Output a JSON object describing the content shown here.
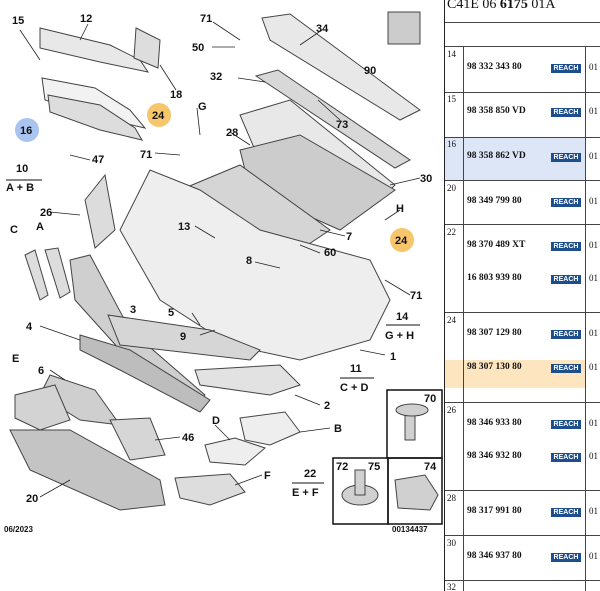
{
  "diagram": {
    "date_code": "06/2023",
    "ref_code": "00134437",
    "callouts": [
      "15",
      "12",
      "71",
      "50",
      "34",
      "90",
      "32",
      "73",
      "18",
      "24",
      "16",
      "G",
      "28",
      "47",
      "10",
      "A + B",
      "71",
      "30",
      "26",
      "C",
      "A",
      "13",
      "H",
      "7",
      "24",
      "8",
      "60",
      "3",
      "5",
      "71",
      "14",
      "G + H",
      "4",
      "9",
      "1",
      "11",
      "C + D",
      "2",
      "6",
      "E",
      "70",
      "B",
      "46",
      "D",
      "F",
      "22",
      "E + F",
      "72",
      "75",
      "74",
      "20"
    ]
  },
  "table": {
    "title_prefix": "C41E 06 ",
    "title_bold": "6175",
    "title_suffix": " 01A",
    "badge": "REACH",
    "rows": [
      {
        "num": "14",
        "pn": "98 332 343 80",
        "qty": "01"
      },
      {
        "num": "15",
        "pn": "98 358 850 VD",
        "qty": "01"
      },
      {
        "num": "16",
        "pn": "98 358 862 VD",
        "qty": "01"
      },
      {
        "num": "20",
        "pn": "98 349 799 80",
        "qty": "01"
      },
      {
        "num": "22",
        "pn": "98 370 489 XT",
        "qty": "01"
      },
      {
        "num": "",
        "pn": "16 803 939 80",
        "qty": "01"
      },
      {
        "num": "24",
        "pn": "98 307 129 80",
        "qty": "01"
      },
      {
        "num": "",
        "pn": "98 307 130 80",
        "qty": "01"
      },
      {
        "num": "26",
        "pn": "98 346 933 80",
        "qty": "01"
      },
      {
        "num": "",
        "pn": "98 346 932 80",
        "qty": "01"
      },
      {
        "num": "28",
        "pn": "98 317 991 80",
        "qty": "01"
      },
      {
        "num": "30",
        "pn": "98 346 937 80",
        "qty": "01"
      },
      {
        "num": "32",
        "pn": "",
        "qty": ""
      }
    ]
  },
  "colors": {
    "badge": "#1f4e8c",
    "highlight_blue": "#dde6f7",
    "highlight_orange": "#fde6bf",
    "callout_orange": "#f7c66b",
    "callout_blue": "#a9c4ee"
  }
}
